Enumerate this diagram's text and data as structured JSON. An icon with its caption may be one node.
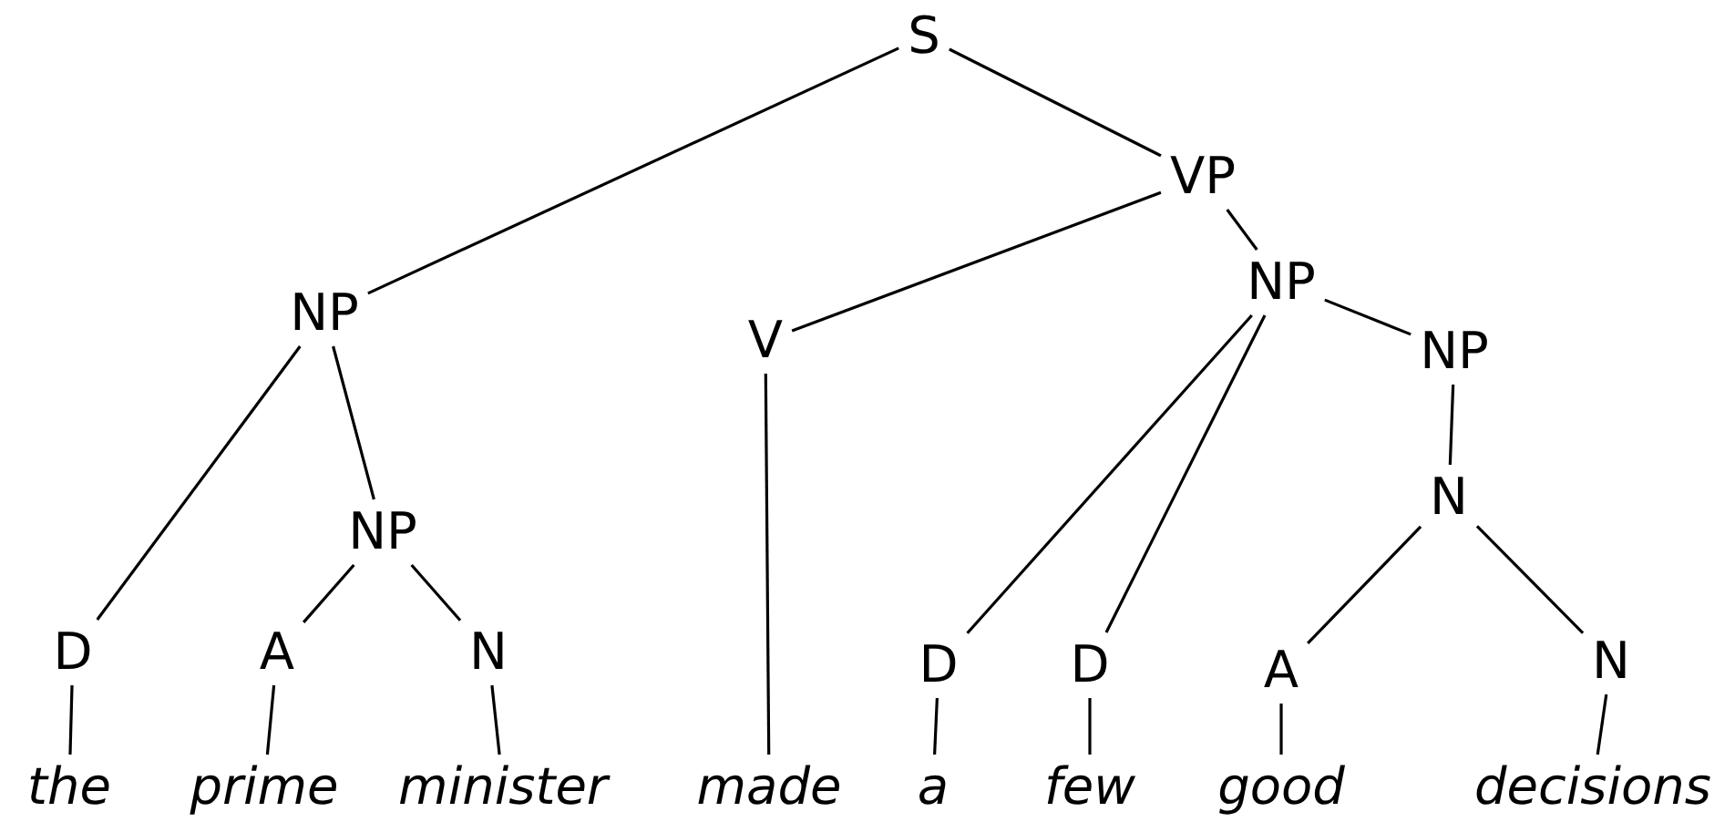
{
  "diagram": {
    "nodes": [
      {
        "text": [
          "S"
        ]
      },
      {
        "text": [
          "NP"
        ]
      },
      {
        "text": [
          "VP"
        ]
      },
      {
        "text": [
          "V"
        ]
      },
      {
        "text": [
          "NP"
        ]
      },
      {
        "text": [
          "NP"
        ]
      },
      {
        "text": [
          "D"
        ]
      },
      {
        "text": [
          "A"
        ]
      },
      {
        "text": [
          "N"
        ]
      },
      {
        "text": [
          "NP"
        ]
      },
      {
        "text": [
          "D"
        ]
      },
      {
        "text": [
          "D"
        ]
      },
      {
        "text": [
          "N"
        ]
      },
      {
        "text": [
          "A"
        ]
      },
      {
        "text": [
          "N"
        ]
      },
      {
        "text": [
          "the"
        ]
      },
      {
        "text": [
          "prime"
        ]
      },
      {
        "text": [
          "minister"
        ]
      },
      {
        "text": [
          "made"
        ]
      },
      {
        "text": [
          "a"
        ]
      },
      {
        "text": [
          "few"
        ]
      },
      {
        "text": [
          "good"
        ]
      },
      {
        "text": [
          "decisions"
        ]
      }
    ],
    "edges": [
      {
        "from": 0,
        "to": 1,
        "arrow": "none"
      },
      {
        "from": 0,
        "to": 2,
        "arrow": "none"
      },
      {
        "from": 2,
        "to": 3,
        "arrow": "none"
      },
      {
        "from": 2,
        "to": 4,
        "arrow": "none"
      },
      {
        "from": 1,
        "to": 6,
        "arrow": "none"
      },
      {
        "from": 1,
        "to": 5,
        "arrow": "none"
      },
      {
        "from": 5,
        "to": 7,
        "arrow": "none"
      },
      {
        "from": 5,
        "to": 8,
        "arrow": "none"
      },
      {
        "from": 6,
        "to": 15,
        "arrow": "none"
      },
      {
        "from": 7,
        "to": 16,
        "arrow": "none"
      },
      {
        "from": 8,
        "to": 17,
        "arrow": "none"
      },
      {
        "from": 3,
        "to": 18,
        "arrow": "none"
      },
      {
        "from": 4,
        "to": 10,
        "arrow": "none"
      },
      {
        "from": 4,
        "to": 11,
        "arrow": "none"
      },
      {
        "from": 4,
        "to": 9,
        "arrow": "none"
      },
      {
        "from": 9,
        "to": 12,
        "arrow": "none"
      },
      {
        "from": 12,
        "to": 13,
        "arrow": "none"
      },
      {
        "from": 12,
        "to": 14,
        "arrow": "none"
      },
      {
        "from": 10,
        "to": 19,
        "arrow": "none"
      },
      {
        "from": 11,
        "to": 20,
        "arrow": "none"
      },
      {
        "from": 13,
        "to": 21,
        "arrow": "none"
      },
      {
        "from": 14,
        "to": 22,
        "arrow": "none"
      }
    ]
  }
}
